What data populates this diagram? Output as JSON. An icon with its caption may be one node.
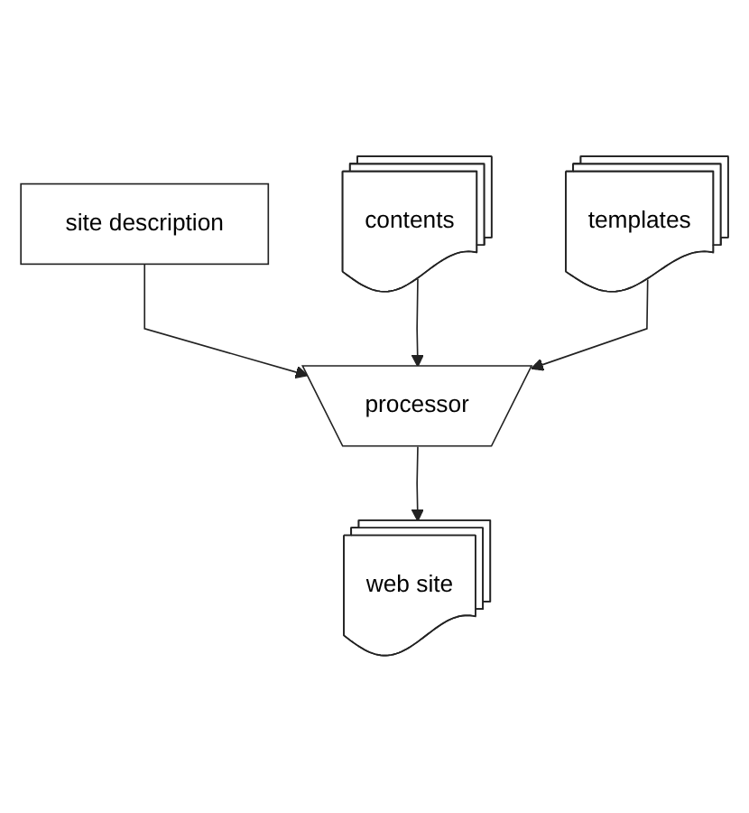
{
  "diagram": {
    "nodes": [
      {
        "text": [
          "site description"
        ]
      },
      {
        "text": [
          "contents"
        ]
      },
      {
        "text": [
          "templates"
        ]
      },
      {
        "text": [
          "processor"
        ]
      },
      {
        "text": [
          "web site"
        ]
      }
    ],
    "edges": [
      {
        "from": 0,
        "to": 3,
        "arrow": "to"
      },
      {
        "from": 1,
        "to": 3,
        "arrow": "to"
      },
      {
        "from": 2,
        "to": 3,
        "arrow": "to"
      },
      {
        "from": 3,
        "to": 4,
        "arrow": "to"
      }
    ]
  }
}
